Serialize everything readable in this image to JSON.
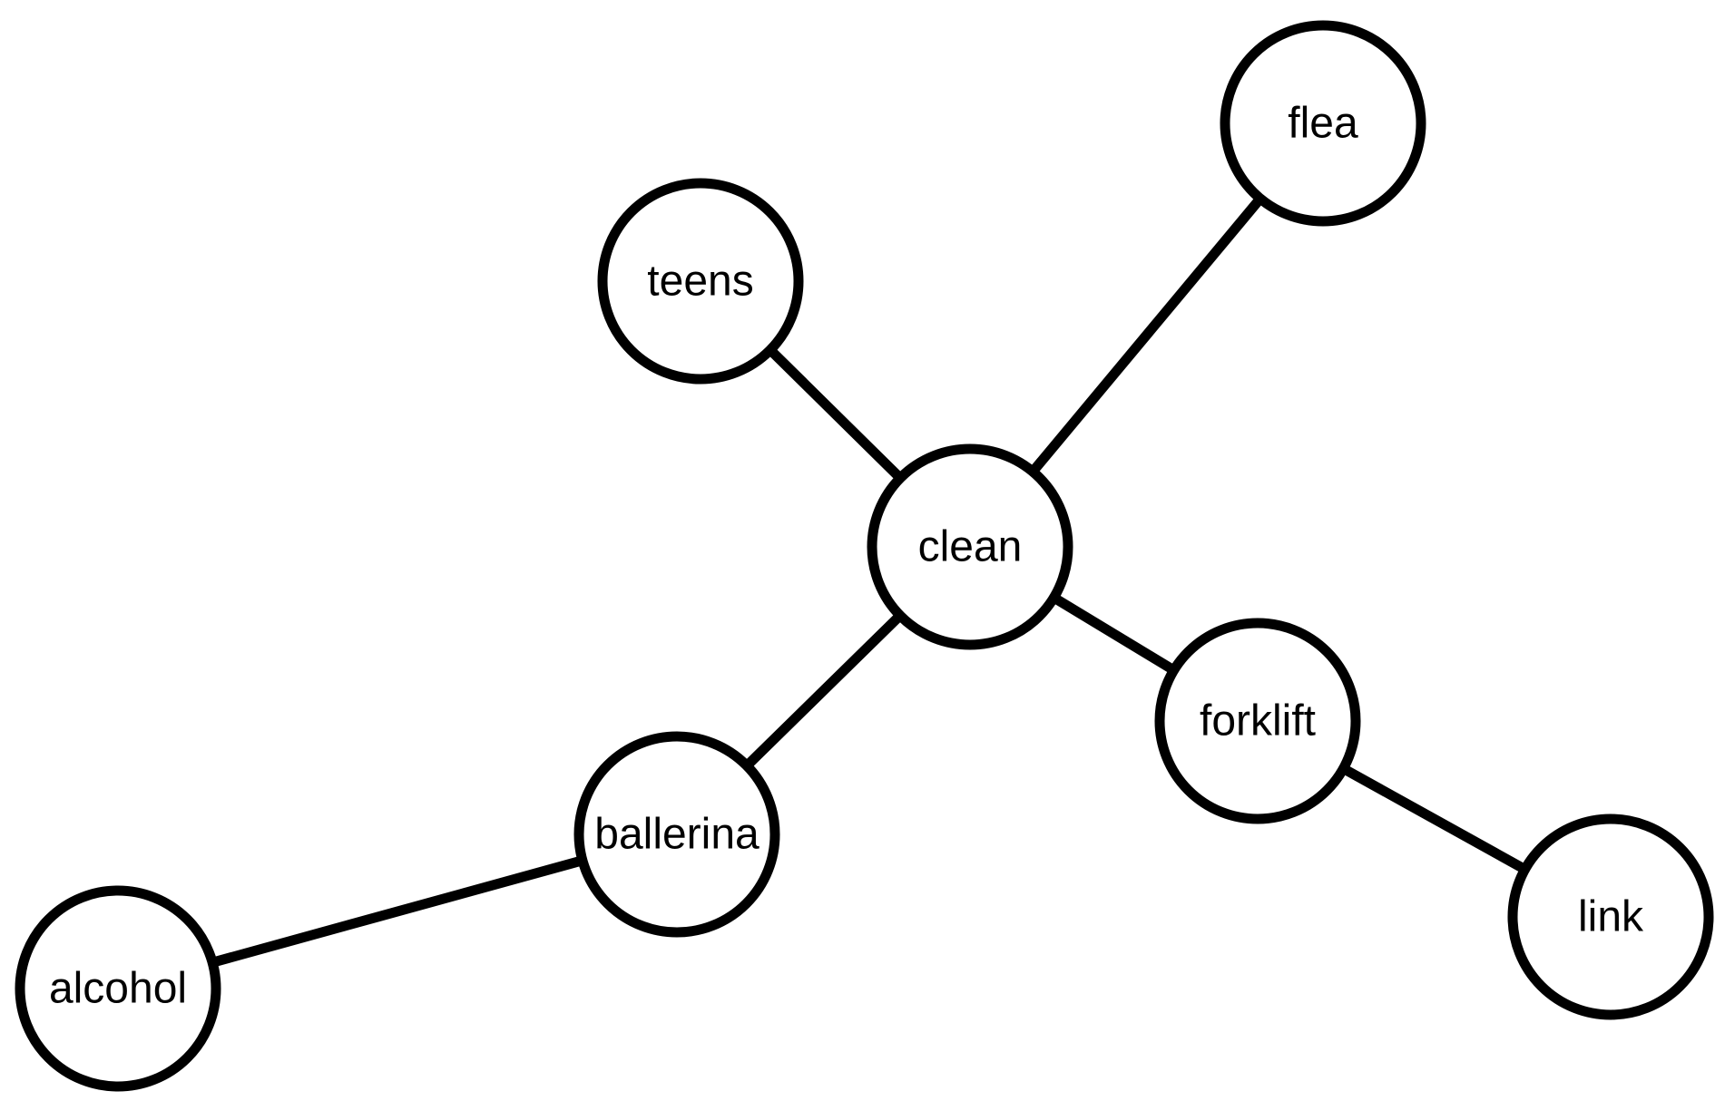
{
  "diagram": {
    "nodes": [
      {
        "id": "flea",
        "label": "flea"
      },
      {
        "id": "teens",
        "label": "teens"
      },
      {
        "id": "clean",
        "label": "clean"
      },
      {
        "id": "forklift",
        "label": "forklift"
      },
      {
        "id": "ballerina",
        "label": "ballerina"
      },
      {
        "id": "link",
        "label": "link"
      },
      {
        "id": "alcohol",
        "label": "alcohol"
      }
    ],
    "edges": [
      {
        "from": "teens",
        "to": "clean"
      },
      {
        "from": "flea",
        "to": "clean"
      },
      {
        "from": "clean",
        "to": "forklift"
      },
      {
        "from": "clean",
        "to": "ballerina"
      },
      {
        "from": "forklift",
        "to": "link"
      },
      {
        "from": "ballerina",
        "to": "alcohol"
      }
    ]
  }
}
